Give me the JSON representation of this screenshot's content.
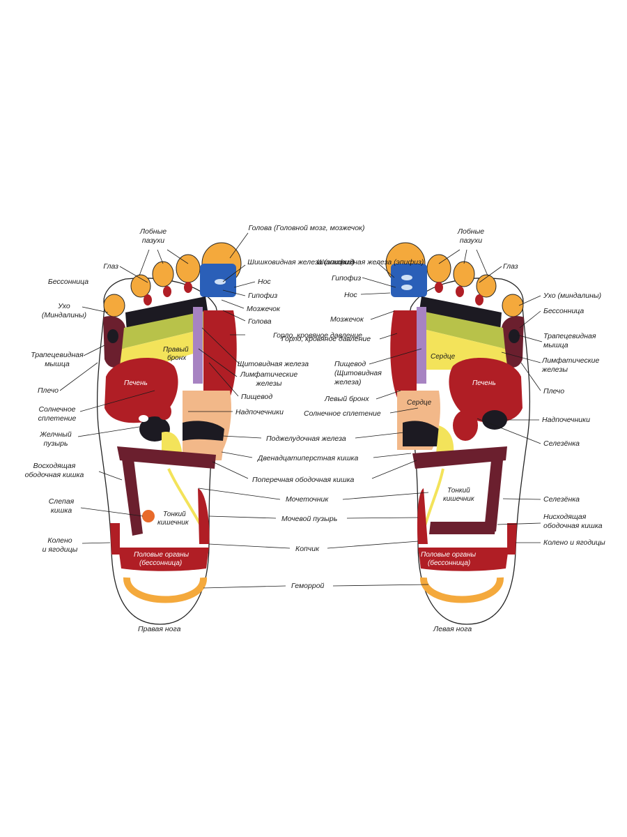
{
  "feet": {
    "right": "Правая нога",
    "left": "Левая нога"
  },
  "inner_labels": {
    "right": {
      "bronchus": [
        "Правый",
        "бронх"
      ],
      "liver": "Печень",
      "small_intestine": [
        "Тонкий",
        "кишечник"
      ],
      "genitals": [
        "Половые органы",
        "(бессонница)"
      ]
    },
    "left": {
      "heart_upper": "Сердце",
      "liver": "Печень",
      "heart_lower": "Сердце",
      "small_intestine": [
        "Тонкий",
        "кишечник"
      ],
      "genitals": [
        "Половые органы",
        "(бессонница)"
      ]
    }
  },
  "labels_left_side": [
    [
      "Лобные",
      "пазухи"
    ],
    [
      "Глаз"
    ],
    [
      "Бессонница"
    ],
    [
      "Ухо",
      "(Миндалины)"
    ],
    [
      "Трапецевидная",
      "мышца"
    ],
    [
      "Плечо"
    ],
    [
      "Солнечное",
      "сплетение"
    ],
    [
      "Желчный",
      "пузырь"
    ],
    [
      "Восходящая",
      "ободочная кишка"
    ],
    [
      "Слепая",
      "кишка"
    ],
    [
      "Колено",
      "и ягодицы"
    ]
  ],
  "labels_center": [
    [
      "Голова (Головной мозг, мозжечок)"
    ],
    [
      "Шишковидная железа (эпифиз)"
    ],
    [
      "Нос"
    ],
    [
      "Гипофиз"
    ],
    [
      "Мозжечок"
    ],
    [
      "Голова"
    ],
    [
      "Горло, кровяное давление"
    ],
    [
      "Щитовидная железа"
    ],
    [
      "Лимфатические",
      "железы"
    ],
    [
      "Пищевод"
    ],
    [
      "Надпочечники"
    ],
    [
      "Шишковидная железа (эпифиз)"
    ],
    [
      "Гипофиз"
    ],
    [
      "Нос"
    ],
    [
      "Мозжечок"
    ],
    [
      "Горло, кровяное давление"
    ],
    [
      "Пищевод",
      "(Щитовидная",
      "железа)"
    ],
    [
      "Левый бронх"
    ],
    [
      "Солнечное сплетение"
    ],
    [
      "Поджелудочная железа"
    ],
    [
      "Двенадцатиперстная кишка"
    ],
    [
      "Поперечная ободочная кишка"
    ],
    [
      "Мочеточник"
    ],
    [
      "Мочевой пузырь"
    ],
    [
      "Копчик"
    ],
    [
      "Геморрой"
    ]
  ],
  "labels_right_side": [
    [
      "Лобные",
      "пазухи"
    ],
    [
      "Глаз"
    ],
    [
      "Ухо (миндалины)"
    ],
    [
      "Бессонница"
    ],
    [
      "Трапецевидная",
      "мышца"
    ],
    [
      "Лимфатические",
      "железы"
    ],
    [
      "Плечо"
    ],
    [
      "Надпочечники"
    ],
    [
      "Селезёнка"
    ],
    [
      "Селезёнка"
    ],
    [
      "Нисходящая",
      "ободочная кишка"
    ],
    [
      "Колено и ягодицы"
    ]
  ],
  "colors": {
    "orange": "#f4a93c",
    "blue": "#2a5fb8",
    "dark_red": "#b01e25",
    "maroon": "#6b1f2e",
    "yellow": "#f3e35a",
    "olive": "#b8c24a",
    "purple": "#a783c2",
    "peach": "#f2b889",
    "black": "#1c1a22",
    "beige": "#f6d9a3"
  }
}
